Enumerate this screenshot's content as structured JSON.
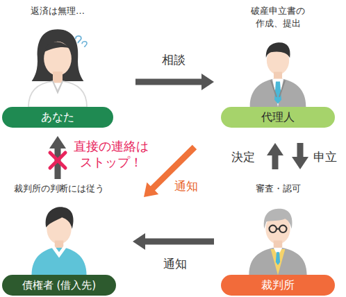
{
  "diagram": {
    "nodes": [
      {
        "text": [
          "返済は無理…",
          "あなた"
        ]
      },
      {
        "text": [
          "破産申立書の 作成、提出",
          "代理人"
        ]
      },
      {
        "text": [
          "裁判所の判断には従う",
          "債権者 (借入先)"
        ]
      },
      {
        "text": [
          "審査・認可",
          "裁判所"
        ]
      }
    ],
    "edges": [
      {
        "from": 0,
        "to": 1,
        "arrow": "to",
        "label": "相談"
      },
      {
        "from": 1,
        "to": 3,
        "arrow": "to",
        "label": "申立"
      },
      {
        "from": 3,
        "to": 1,
        "arrow": "to",
        "label": "決定"
      },
      {
        "from": 1,
        "to": 2,
        "arrow": "to",
        "label": "通知"
      },
      {
        "from": 3,
        "to": 2,
        "arrow": "to",
        "label": "通知"
      },
      {
        "from": 2,
        "to": 0,
        "arrow": "to",
        "label": "直接の連絡は ストップ！"
      }
    ]
  }
}
